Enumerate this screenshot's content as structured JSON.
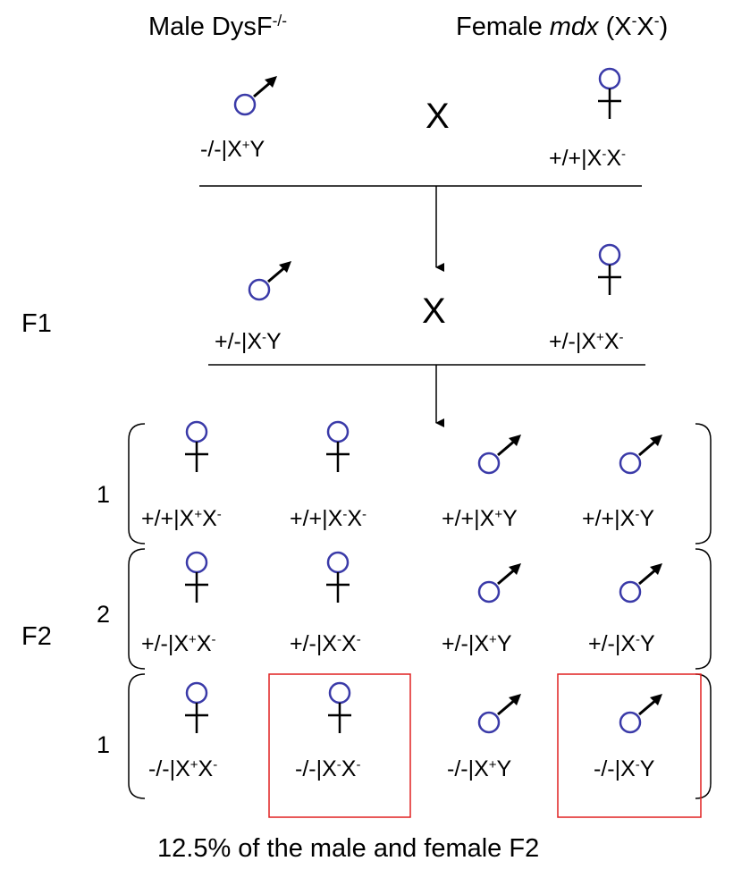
{
  "headers": {
    "male": {
      "text": "Male DysF",
      "sup": "-/-"
    },
    "female": {
      "text": "Female ",
      "ital": "mdx",
      "paren_open": " (X",
      "sup1": "-",
      "mid": "X",
      "sup2": "-",
      "paren_close": ")"
    }
  },
  "symbols": {
    "male": "male-symbol",
    "female": "female-symbol",
    "cross": "X"
  },
  "p0": {
    "male": {
      "a": "-/-|X",
      "s1": "+",
      "b": "Y"
    },
    "female": {
      "a": "+/+|X",
      "s1": "-",
      "b": "X",
      "s2": "-"
    }
  },
  "f1": {
    "label": "F1",
    "male": {
      "a": "+/-|X",
      "s1": "-",
      "b": "Y"
    },
    "female": {
      "a": "+/-|X",
      "s1": "+",
      "b": "X",
      "s2": "-"
    }
  },
  "f2": {
    "label": "F2",
    "rows": [
      {
        "ratio": "1",
        "cells": [
          {
            "sex": "female",
            "a": "+/+|X",
            "s1": "+",
            "b": "X",
            "s2": "-"
          },
          {
            "sex": "female",
            "a": "+/+|X",
            "s1": "-",
            "b": "X",
            "s2": "-"
          },
          {
            "sex": "male",
            "a": "+/+|X",
            "s1": "+",
            "b": "Y"
          },
          {
            "sex": "male",
            "a": "+/+|X",
            "s1": "-",
            "b": "Y"
          }
        ]
      },
      {
        "ratio": "2",
        "cells": [
          {
            "sex": "female",
            "a": "+/-|X",
            "s1": "+",
            "b": "X",
            "s2": "-"
          },
          {
            "sex": "female",
            "a": "+/-|X",
            "s1": "-",
            "b": "X",
            "s2": "-"
          },
          {
            "sex": "male",
            "a": "+/-|X",
            "s1": "+",
            "b": "Y"
          },
          {
            "sex": "male",
            "a": "+/-|X",
            "s1": "-",
            "b": "Y"
          }
        ]
      },
      {
        "ratio": "1",
        "cells": [
          {
            "sex": "female",
            "a": "-/-|X",
            "s1": "+",
            "b": "X",
            "s2": "-"
          },
          {
            "sex": "female",
            "a": "-/-|X",
            "s1": "-",
            "b": "X",
            "s2": "-",
            "highlight": true
          },
          {
            "sex": "male",
            "a": "-/-|X",
            "s1": "+",
            "b": "Y"
          },
          {
            "sex": "male",
            "a": "-/-|X",
            "s1": "-",
            "b": "Y",
            "highlight": true
          }
        ]
      }
    ]
  },
  "footer": "12.5% of the male and female F2",
  "colors": {
    "symbol": "#3a3aa8",
    "highlight": "#e02020",
    "line": "#000000"
  }
}
